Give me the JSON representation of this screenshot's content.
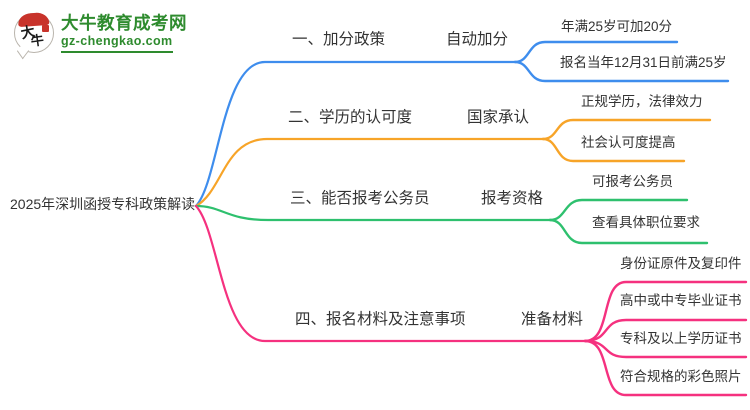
{
  "logo": {
    "seal_char1": "大",
    "seal_char2": "牛",
    "site_name": "大牛教育成考网",
    "site_domain": "gz-chengkao.com"
  },
  "mindmap": {
    "root": "2025年深圳函授专科政策解读",
    "branches": [
      {
        "topic": "一、加分政策",
        "subtopic": "自动加分",
        "color": "#3e8ded",
        "leaves": [
          "年满25岁可加20分",
          "报名当年12月31日前满25岁"
        ]
      },
      {
        "topic": "二、学历的认可度",
        "subtopic": "国家承认",
        "color": "#f7a428",
        "leaves": [
          "正规学历，法律效力",
          "社会认可度提高"
        ]
      },
      {
        "topic": "三、能否报考公务员",
        "subtopic": "报考资格",
        "color": "#2ec06e",
        "leaves": [
          "可报考公务员",
          "查看具体职位要求"
        ]
      },
      {
        "topic": "四、报名材料及注意事项",
        "subtopic": "准备材料",
        "color": "#f5317f",
        "leaves": [
          "身份证原件及复印件",
          "高中或中专毕业证书",
          "专科及以上学历证书",
          "符合规格的彩色照片"
        ]
      }
    ]
  },
  "colors": {
    "branch_blue": "#3e8ded",
    "branch_orange": "#f7a428",
    "branch_green": "#2ec06e",
    "branch_pink": "#f5317f",
    "brand_green": "#2e8b2e",
    "seal_red": "#c8332b",
    "text": "#333333"
  }
}
